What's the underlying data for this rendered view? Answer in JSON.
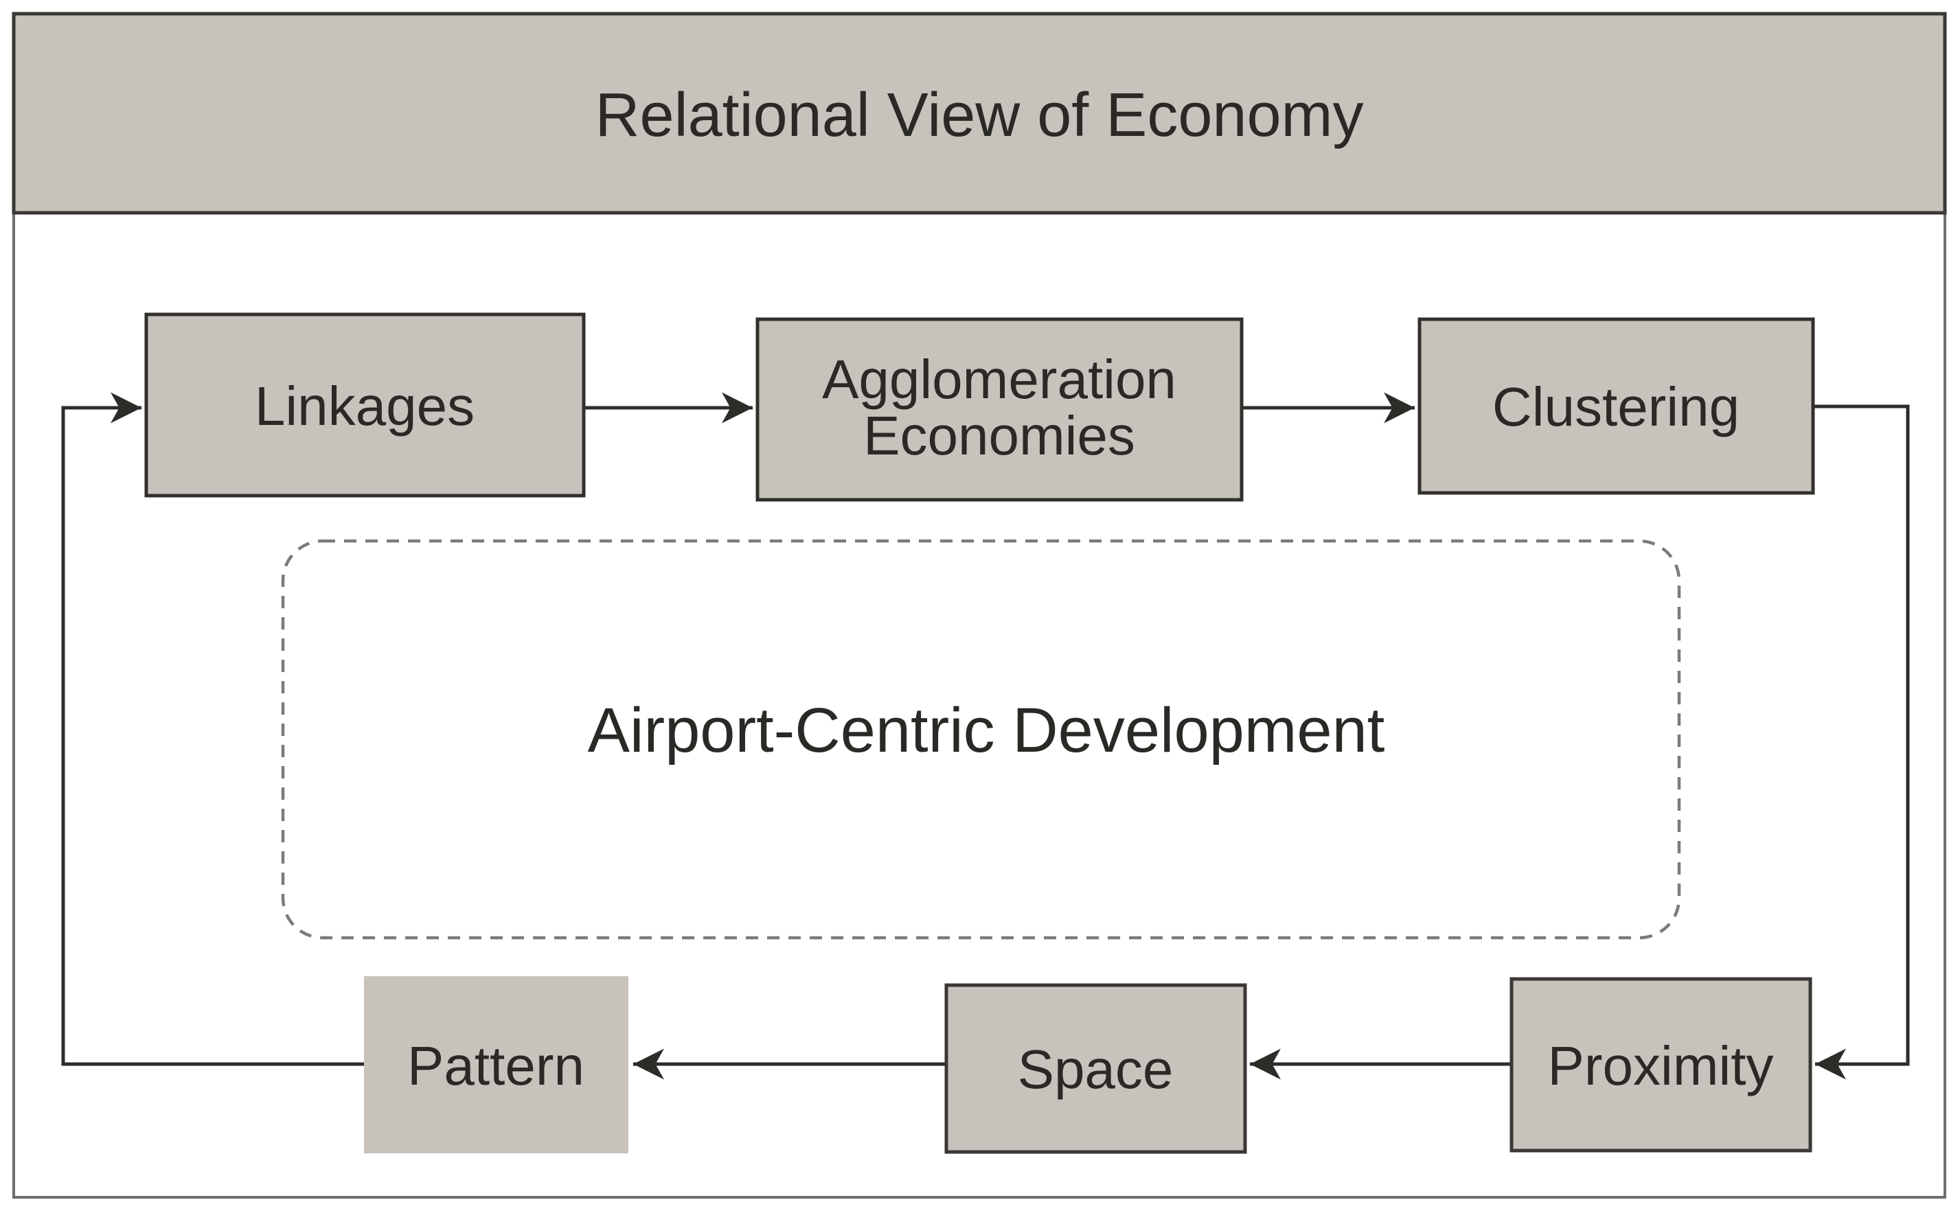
{
  "title": "Relational View of Economy",
  "center": {
    "label": "Airport-Centric Development"
  },
  "nodes": {
    "linkages": {
      "label": "Linkages"
    },
    "agglomeration": {
      "line1": "Agglomeration",
      "line2": "Economies"
    },
    "clustering": {
      "label": "Clustering"
    },
    "proximity": {
      "label": "Proximity"
    },
    "space": {
      "label": "Space"
    },
    "pattern": {
      "label": "Pattern"
    }
  },
  "edges": [
    {
      "from": "Linkages",
      "to": "Agglomeration Economies"
    },
    {
      "from": "Agglomeration Economies",
      "to": "Clustering"
    },
    {
      "from": "Clustering",
      "to": "Proximity"
    },
    {
      "from": "Proximity",
      "to": "Space"
    },
    {
      "from": "Space",
      "to": "Pattern"
    },
    {
      "from": "Pattern",
      "to": "Linkages"
    }
  ],
  "colors": {
    "background": "#ffffff",
    "band_fill": "#c7c3bc",
    "node_fill": "#c7c3bc",
    "node_border": "#32302c",
    "frame_border": "#6e6e6e",
    "connector": "#2e2c29",
    "dashed_border": "#7b7b7b",
    "text": "#2b2926"
  }
}
